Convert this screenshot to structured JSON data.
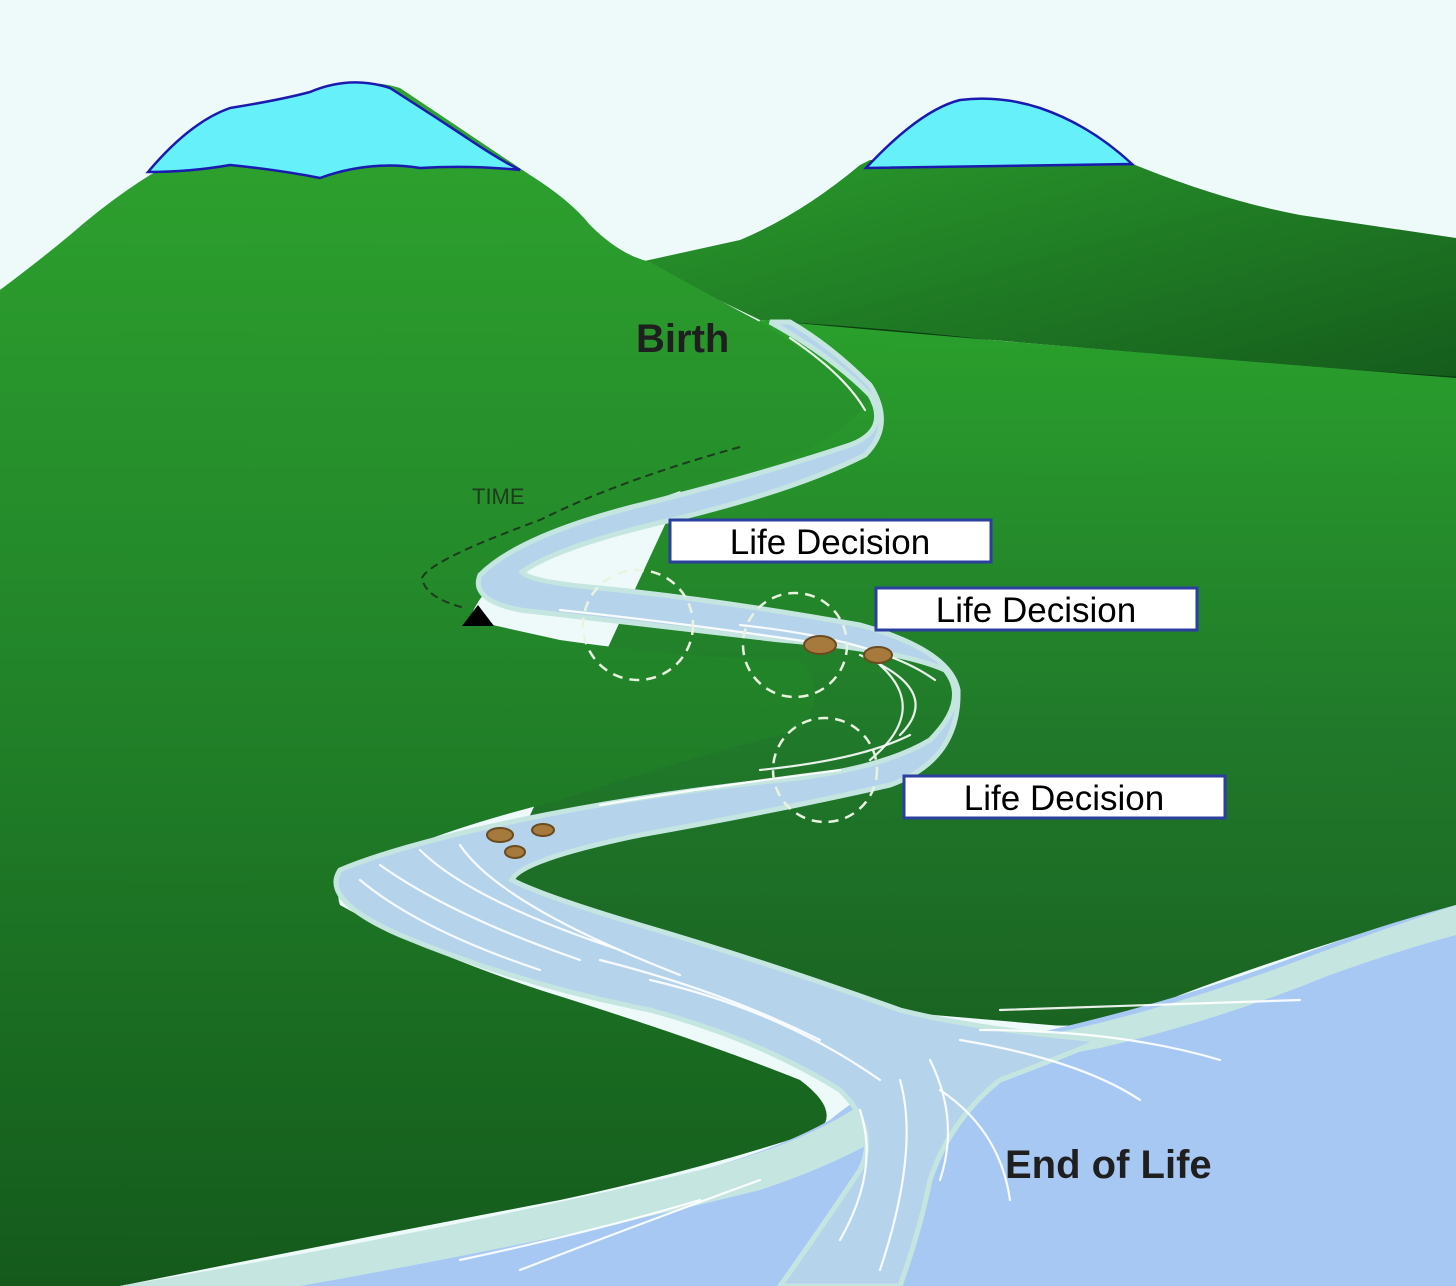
{
  "labels": {
    "birth": "Birth",
    "time": "TIME",
    "end_of_life": "End of Life"
  },
  "decisions": [
    {
      "label": "Life Decision"
    },
    {
      "label": "Life Decision"
    },
    {
      "label": "Life Decision"
    }
  ],
  "colors": {
    "sky": "#eefafa",
    "snow": "#66f0fa",
    "snow_outline": "#1a1ab0",
    "mountain_left_top": "#2ea42e",
    "mountain_left_bottom": "#14581a",
    "mountain_right": "#1e7a22",
    "river": "#b6d3ec",
    "river_edge": "#c5e6e0",
    "lake": "#a8c8f4",
    "decision_border": "#2b3f9e"
  }
}
